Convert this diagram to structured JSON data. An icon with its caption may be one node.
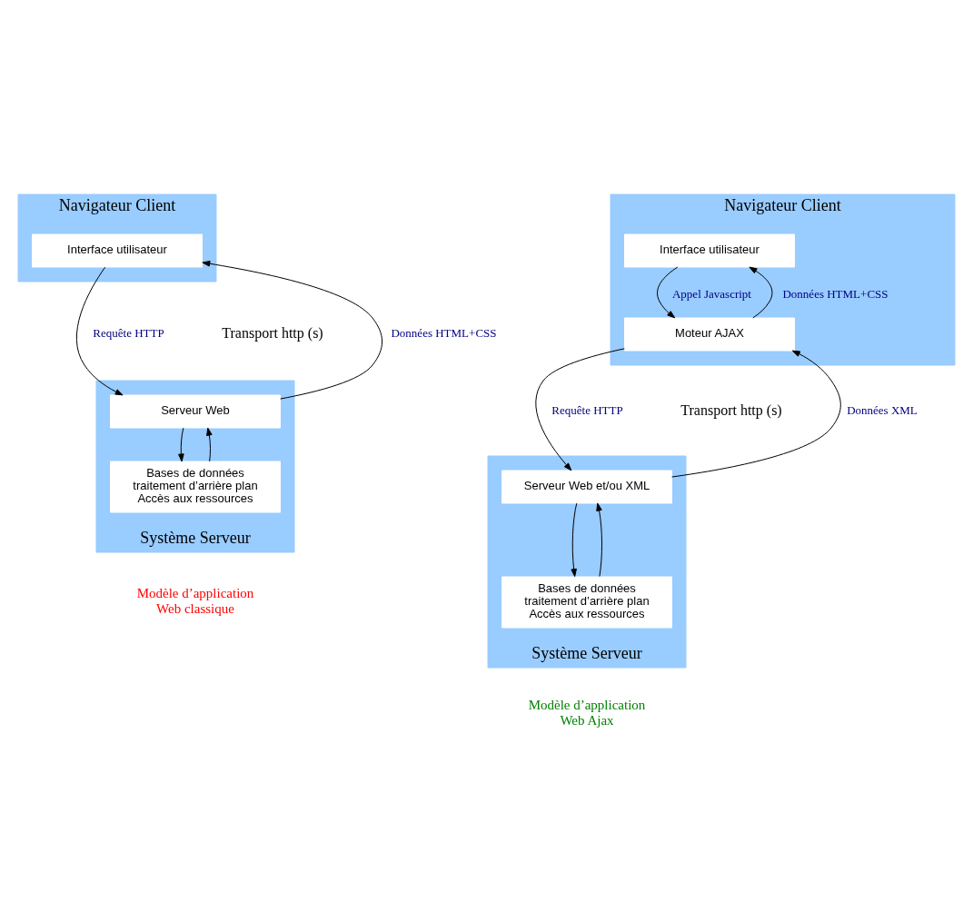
{
  "diagram": {
    "nodes": [
      {
        "text": [
          "Navigateur Client"
        ]
      },
      {
        "text": [
          "Interface utilisateur"
        ],
        "in": 0
      },
      {
        "text": [
          "Système Serveur"
        ]
      },
      {
        "text": [
          "Serveur Web"
        ],
        "in": 2
      },
      {
        "text": [
          "Bases de données traitement d’arrière plan Accès aux ressources"
        ],
        "in": 2
      },
      {
        "text": [
          "Navigateur Client"
        ]
      },
      {
        "text": [
          "Interface utilisateur"
        ],
        "in": 5
      },
      {
        "text": [
          "Moteur AJAX"
        ],
        "in": 5
      },
      {
        "text": [
          "Système Serveur"
        ]
      },
      {
        "text": [
          "Serveur Web et/ou XML"
        ],
        "in": 8
      },
      {
        "text": [
          "Bases de données traitement d’arrière plan Accès aux ressources"
        ],
        "in": 8
      }
    ],
    "edges": [
      {
        "from": 1,
        "to": 3,
        "arrow": "to",
        "label": "Requête HTTP"
      },
      {
        "from": 3,
        "to": 1,
        "arrow": "to",
        "label": "Données HTML+CSS"
      },
      {
        "from": 3,
        "to": 4,
        "arrow": "to"
      },
      {
        "from": 4,
        "to": 3,
        "arrow": "to"
      },
      {
        "from": 6,
        "to": 7,
        "arrow": "to",
        "label": "Appel Javascript"
      },
      {
        "from": 7,
        "to": 6,
        "arrow": "to",
        "label": "Données HTML+CSS"
      },
      {
        "from": 7,
        "to": 9,
        "arrow": "to",
        "label": "Requête HTTP"
      },
      {
        "from": 9,
        "to": 7,
        "arrow": "to",
        "label": "Données XML"
      },
      {
        "from": 9,
        "to": 10,
        "arrow": "to"
      },
      {
        "from": 10,
        "to": 9,
        "arrow": "to"
      }
    ],
    "labels": [
      "Transport http (s)",
      "Modèle d’application Web classique",
      "Transport http (s)",
      "Modèle d’application Web Ajax"
    ]
  }
}
